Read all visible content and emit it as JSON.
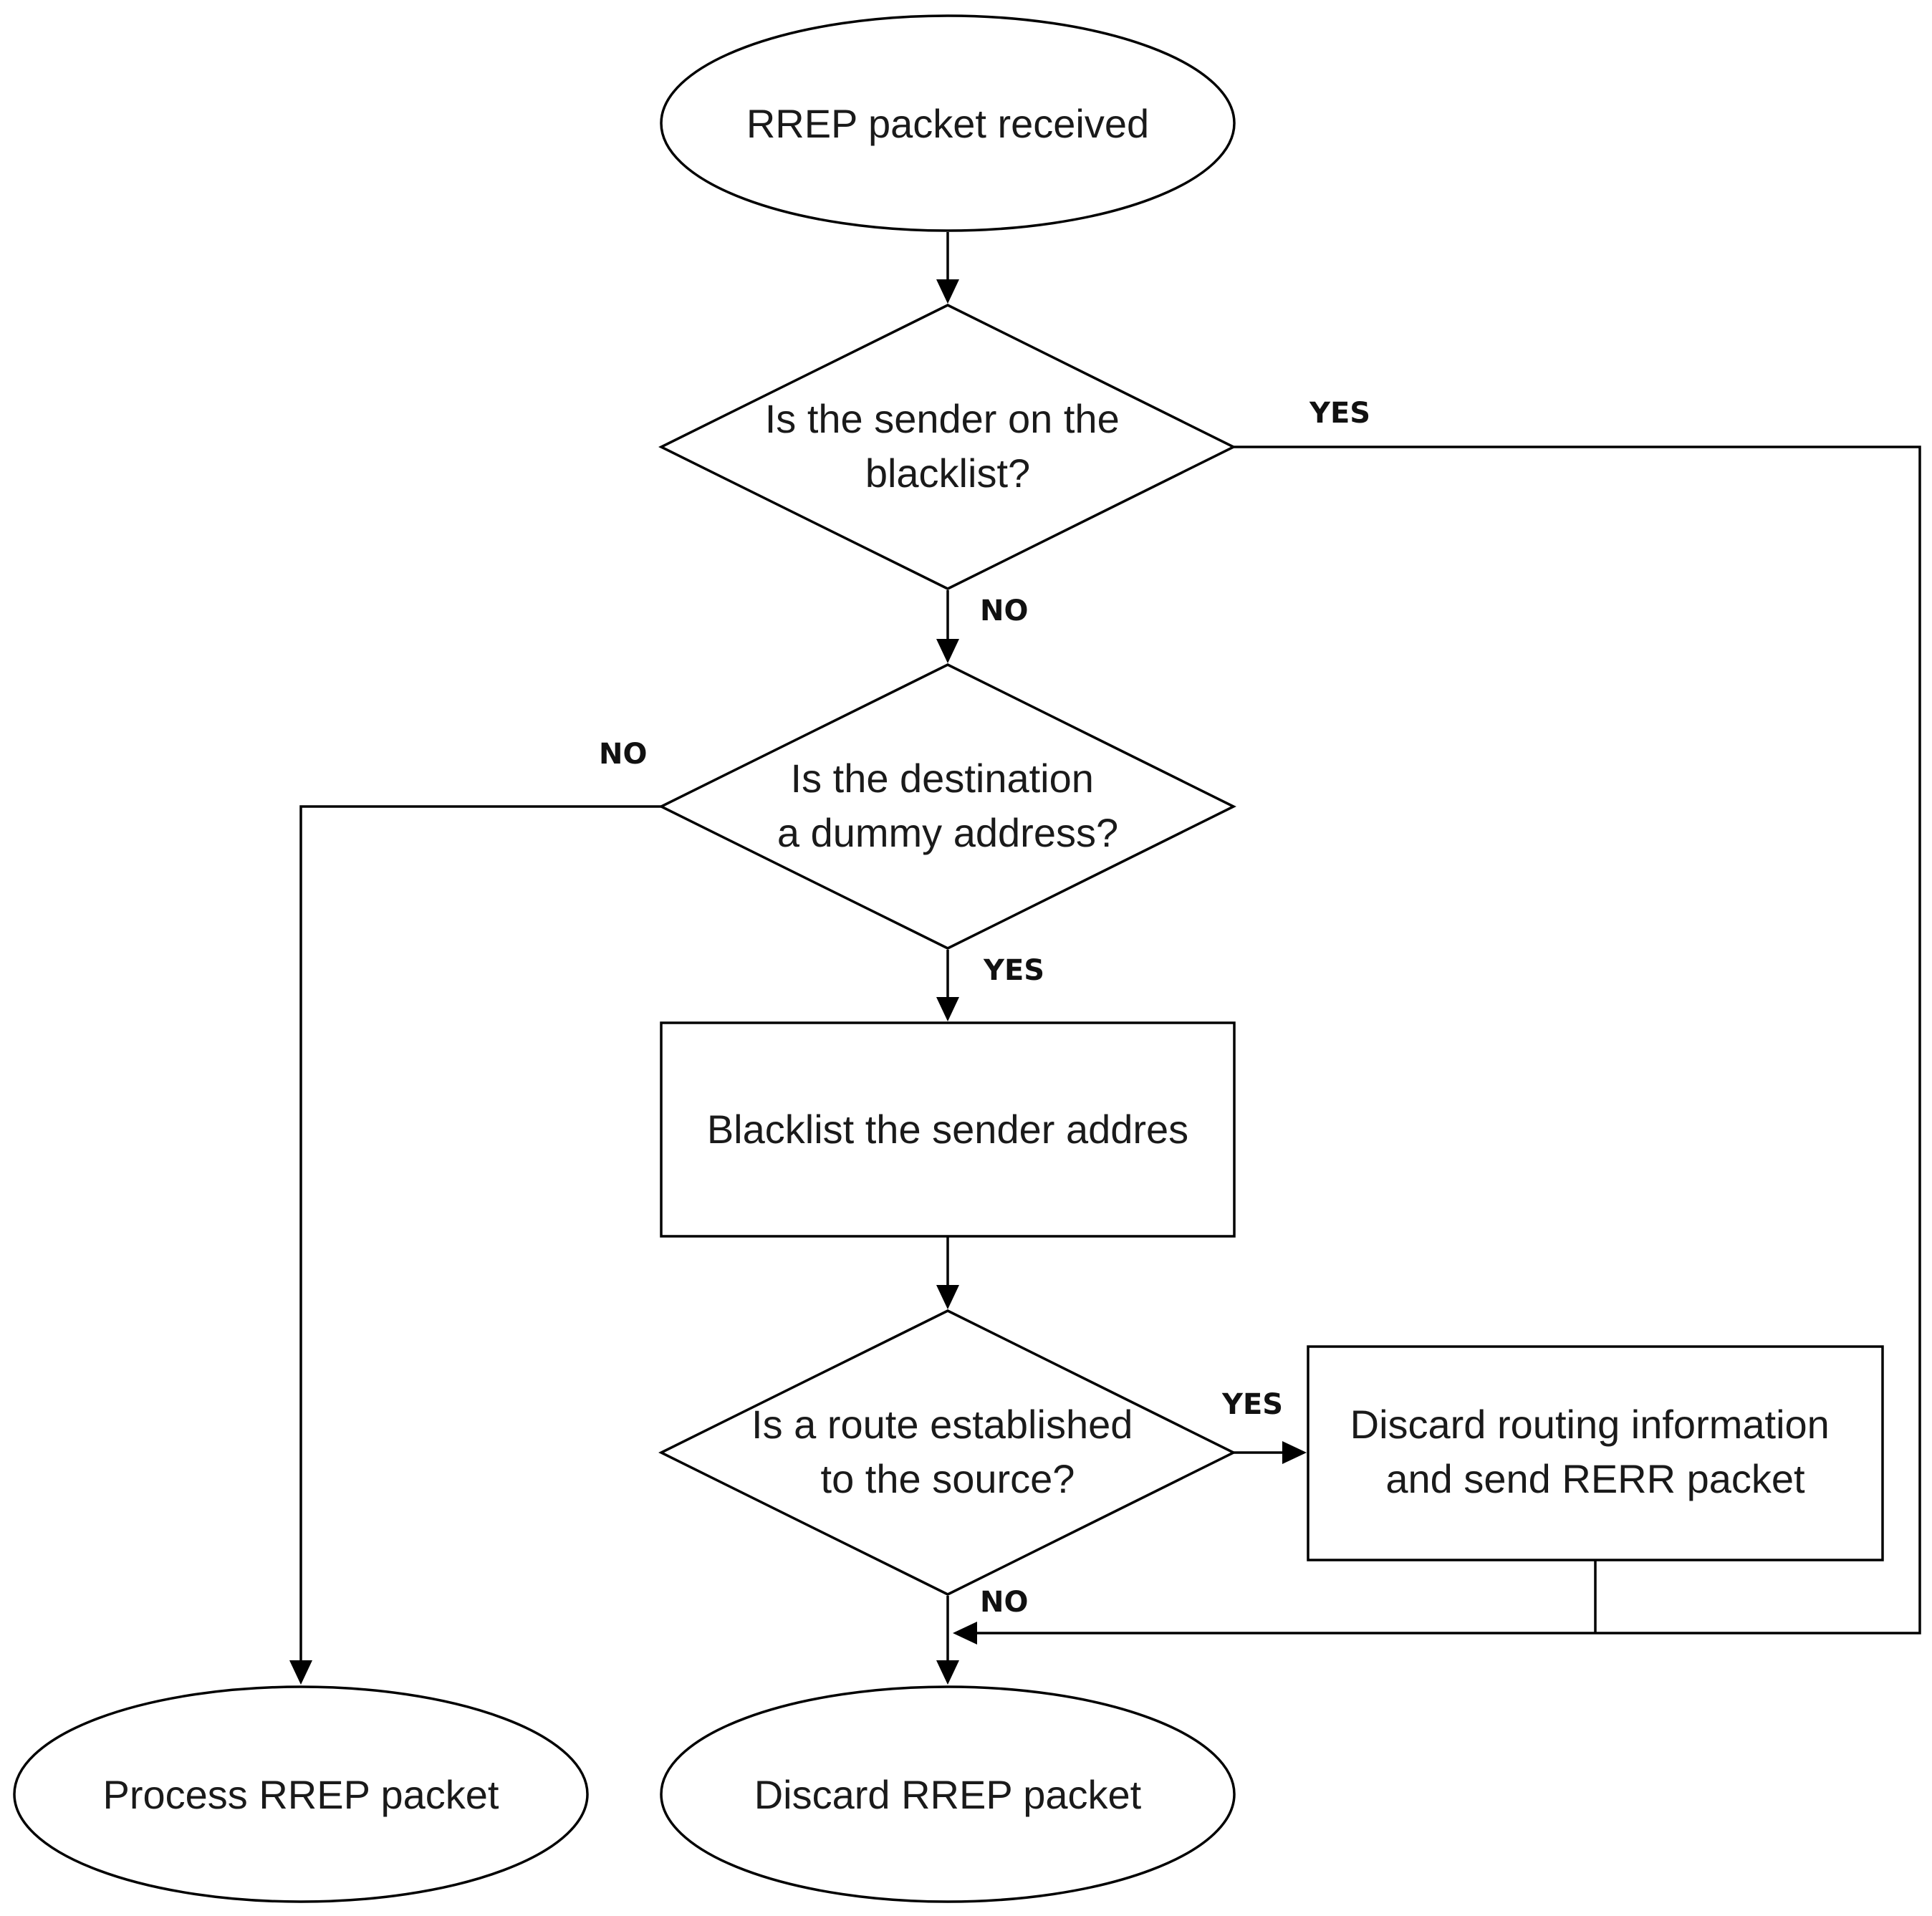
{
  "nodes": {
    "start": {
      "lines": [
        "RREP packet received"
      ]
    },
    "decision_blacklist": {
      "lines": [
        "Is the sender on the",
        "blacklist?"
      ]
    },
    "decision_dummy": {
      "lines": [
        "Is the destination",
        "a dummy address?"
      ]
    },
    "blacklist_sender": {
      "lines": [
        "Blacklist the sender addres"
      ]
    },
    "decision_route": {
      "lines": [
        "Is a route established",
        "to the source?"
      ]
    },
    "discard_routing": {
      "lines": [
        "Discard routing information",
        "and send RERR packet"
      ]
    },
    "process_rrep": {
      "lines": [
        "Process RREP packet"
      ]
    },
    "discard_rrep": {
      "lines": [
        "Discard RREP packet"
      ]
    }
  },
  "edge_labels": {
    "blacklist_yes": "YES",
    "blacklist_no": "NO",
    "dummy_no": "NO",
    "dummy_yes": "YES",
    "route_yes": "YES",
    "route_no": "NO"
  }
}
